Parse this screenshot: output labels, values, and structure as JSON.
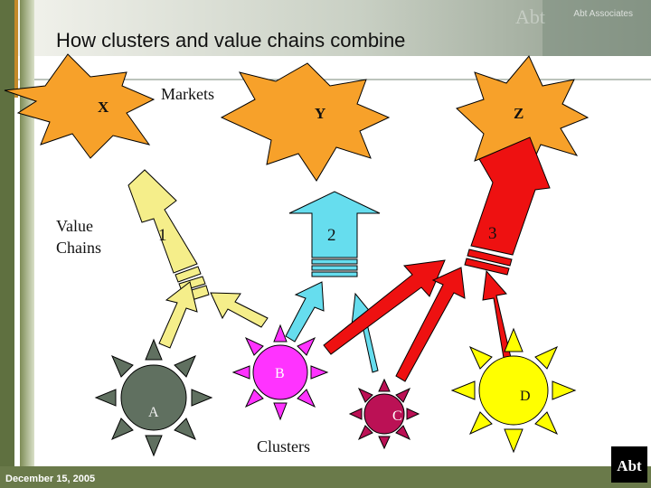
{
  "header": {
    "title": "How clusters and value chains combine",
    "watermark": "Abt Associates"
  },
  "labels": {
    "markets": "Markets",
    "value_chains": "Value\nChains",
    "clusters": "Clusters"
  },
  "markets": [
    {
      "id": "x",
      "label": "X"
    },
    {
      "id": "y",
      "label": "Y"
    },
    {
      "id": "z",
      "label": "Z"
    }
  ],
  "chains": [
    {
      "id": "1",
      "label": "1",
      "color": "#f5ee8a"
    },
    {
      "id": "2",
      "label": "2",
      "color": "#66ddee"
    },
    {
      "id": "3",
      "label": "3",
      "color": "#ee1111"
    }
  ],
  "clusters": [
    {
      "id": "a",
      "label": "A",
      "color": "#607060"
    },
    {
      "id": "b",
      "label": "B",
      "color": "#ff33ff"
    },
    {
      "id": "c",
      "label": "C",
      "color": "#bb1155"
    },
    {
      "id": "d",
      "label": "D",
      "color": "#ffff00"
    }
  ],
  "footer": {
    "date": "December 15, 2005",
    "logo": "Abt"
  },
  "colors": {
    "market_fill": "#f7a12a",
    "sidebar": "#6a7a4a",
    "footer_bar": "#6a7a4a"
  }
}
